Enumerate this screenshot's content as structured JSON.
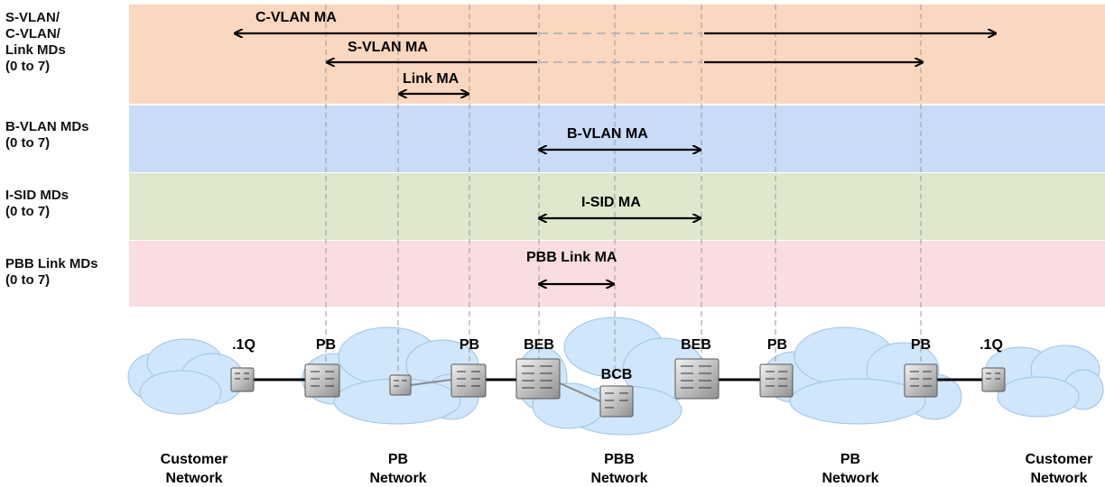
{
  "colors": {
    "band_svlan": "#fad7bf",
    "band_bvlan": "#c9dbf7",
    "band_isid": "#dde8cc",
    "band_pbb": "#f9dde0",
    "cloud": "#cfe6fb",
    "arrow": "#000000",
    "dashed_gap": "#b8b8b8",
    "guide": "#9a9a9a"
  },
  "rows": [
    {
      "lines": [
        "S-VLAN/",
        "C-VLAN/",
        "Link MDs",
        "(0 to 7)"
      ]
    },
    {
      "lines": [
        "B-VLAN MDs",
        "(0 to 7)"
      ]
    },
    {
      "lines": [
        "I-SID MDs",
        "(0 to 7)"
      ]
    },
    {
      "lines": [
        "PBB Link MDs",
        "(0 to 7)"
      ]
    }
  ],
  "ma_labels": {
    "cvlan": "C-VLAN  MA",
    "svlan": "S-VLAN  MA",
    "link": "Link MA",
    "bvlan": "B-VLAN MA",
    "isid": "I-SID MA",
    "pbb_link": "PBB Link MA"
  },
  "devices": {
    "q1_left": ".1Q",
    "pb1": "PB",
    "pb2": "PB",
    "beb1": "BEB",
    "bcb": "BCB",
    "beb2": "BEB",
    "pb3": "PB",
    "pb4": "PB",
    "q1_right": ".1Q"
  },
  "networks": [
    {
      "lines": [
        "Customer",
        "Network"
      ]
    },
    {
      "lines": [
        "PB",
        "Network"
      ]
    },
    {
      "lines": [
        "PBB",
        "Network"
      ]
    },
    {
      "lines": [
        "PB",
        "Network"
      ]
    },
    {
      "lines": [
        "Customer",
        "Network"
      ]
    }
  ]
}
